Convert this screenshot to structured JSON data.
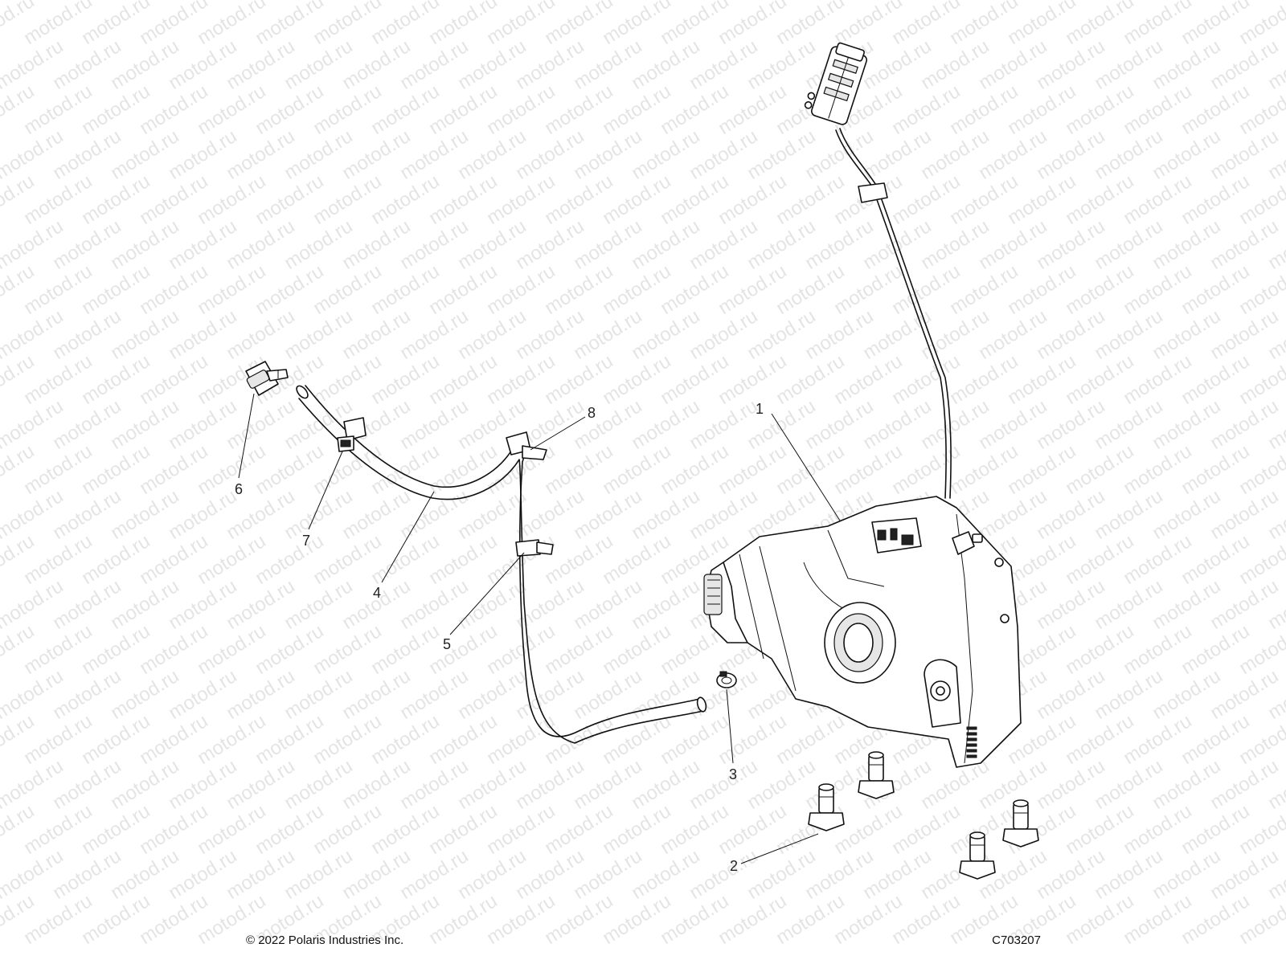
{
  "watermark": {
    "text": "motod.ru"
  },
  "callouts": [
    {
      "id": "1",
      "label": "1"
    },
    {
      "id": "2",
      "label": "2"
    },
    {
      "id": "3",
      "label": "3"
    },
    {
      "id": "4",
      "label": "4"
    },
    {
      "id": "5",
      "label": "5"
    },
    {
      "id": "6",
      "label": "6"
    },
    {
      "id": "7",
      "label": "7"
    },
    {
      "id": "8",
      "label": "8"
    }
  ],
  "footer": {
    "copyright": "© 2022 Polaris Industries Inc.",
    "diagram_code": "C703207"
  }
}
